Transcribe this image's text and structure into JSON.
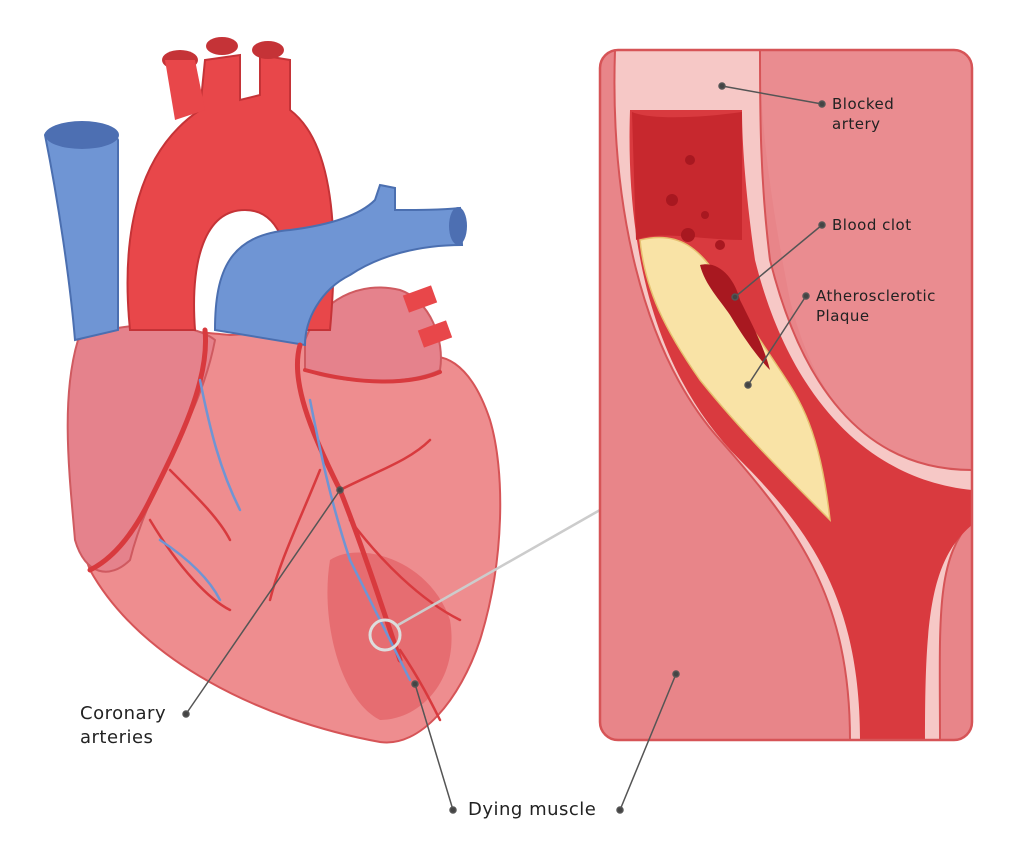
{
  "labels": {
    "blocked_artery": [
      "Blocked",
      "artery"
    ],
    "blood_clot": "Blood clot",
    "plaque": [
      "Atherosclerotic",
      "Plaque"
    ],
    "coronary_arteries": [
      "Coronary",
      "arteries"
    ],
    "dying_muscle": "Dying muscle"
  },
  "colors": {
    "artery_red": "#e8474a",
    "vein_blue": "#6f95d4",
    "muscle_pink": "#ee8d8f",
    "plaque_yellow": "#f9e3a6",
    "clot_dark": "#b81e24",
    "leader_line": "#555555"
  }
}
